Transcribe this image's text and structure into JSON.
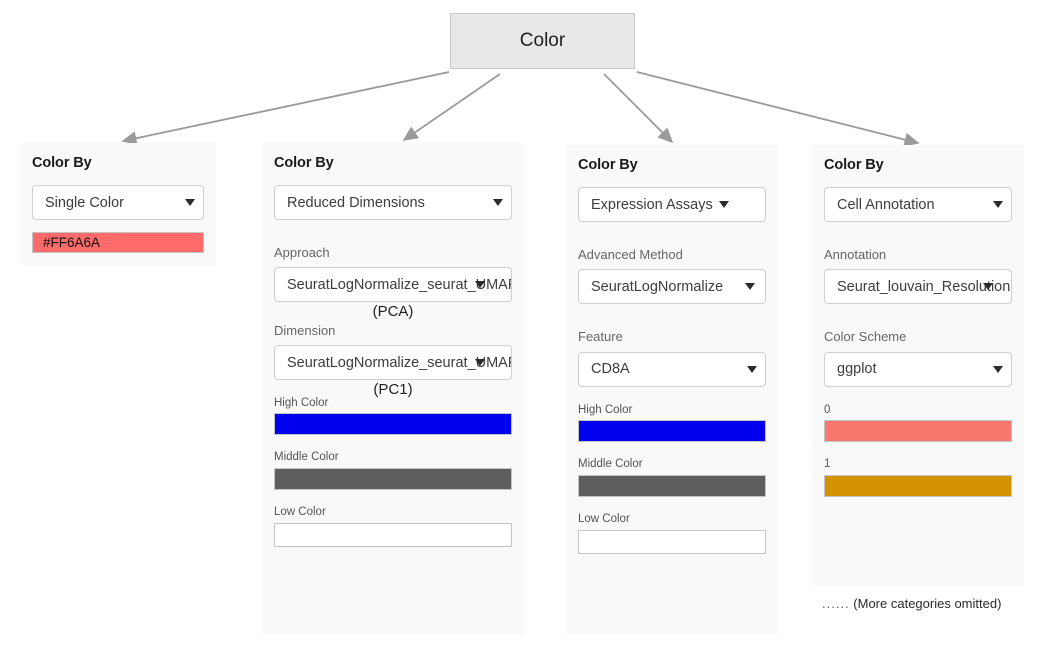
{
  "root": {
    "label": "Color"
  },
  "panels": [
    {
      "title": "Color By",
      "mode_value": "Single Color",
      "hex_value": "#FF6A6A",
      "hex_swatch_color": "#FF6A6A"
    },
    {
      "title": "Color By",
      "mode_value": "Reduced Dimensions",
      "approach_label": "Approach",
      "approach_value": "SeuratLogNormalize_seurat_UMAP",
      "approach_note": "(PCA)",
      "dimension_label": "Dimension",
      "dimension_value": "SeuratLogNormalize_seurat_UMAP",
      "dimension_note": "(PC1)",
      "high_color_label": "High Color",
      "high_color": "#0000EE",
      "middle_color_label": "Middle Color",
      "middle_color": "#5E5E5E",
      "low_color_label": "Low Color",
      "low_color": "#FFFFFF"
    },
    {
      "title": "Color By",
      "mode_value": "Expression Assays",
      "method_label": "Advanced Method",
      "method_value": "SeuratLogNormalize",
      "feature_label": "Feature",
      "feature_value": "CD8A",
      "high_color_label": "High Color",
      "high_color": "#0000EE",
      "middle_color_label": "Middle Color",
      "middle_color": "#5E5E5E",
      "low_color_label": "Low Color",
      "low_color": "#FFFFFF"
    },
    {
      "title": "Color By",
      "mode_value": "Cell Annotation",
      "annotation_label": "Annotation",
      "annotation_value": "Seurat_louvain_Resolution",
      "scheme_label": "Color Scheme",
      "scheme_value": "ggplot",
      "categories": [
        {
          "label": "0",
          "color": "#F8766D"
        },
        {
          "label": "1",
          "color": "#D39200"
        }
      ],
      "omitted_note": "(More categories omitted)",
      "omitted_dots": "......"
    }
  ]
}
